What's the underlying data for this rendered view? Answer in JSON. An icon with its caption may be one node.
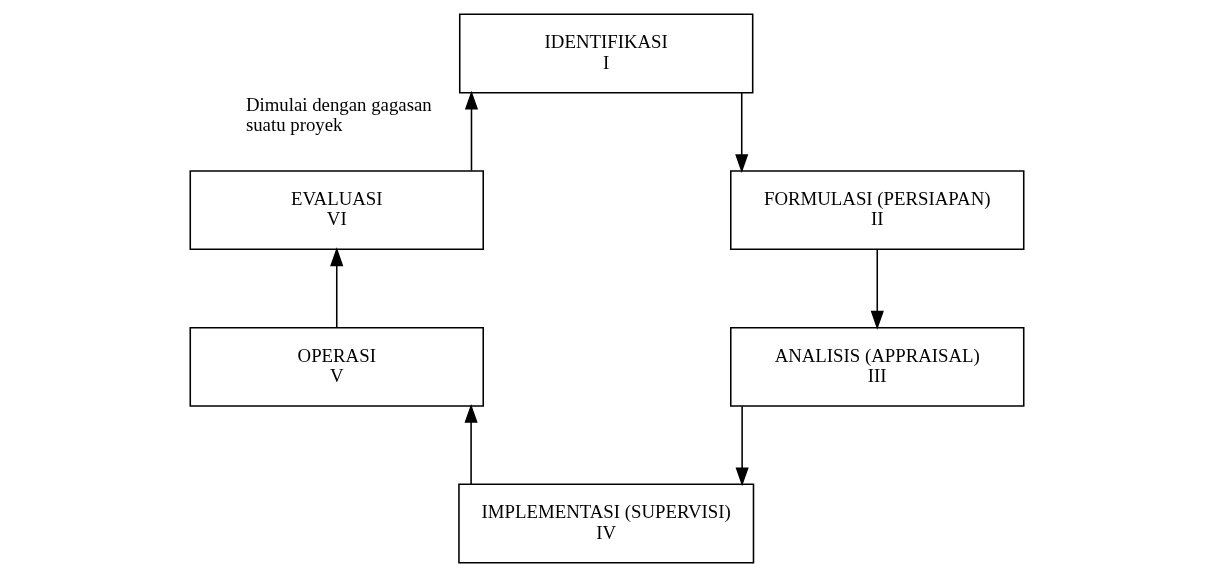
{
  "diagram": {
    "nodes": [
      {
        "text": [
          "IDENTIFIKASI",
          "I"
        ]
      },
      {
        "text": [
          "FORMULASI (PERSIAPAN)",
          "II"
        ]
      },
      {
        "text": [
          "ANALISIS (APPRAISAL)",
          "III"
        ]
      },
      {
        "text": [
          "IMPLEMENTASI (SUPERVISI)",
          "IV"
        ]
      },
      {
        "text": [
          "OPERASI",
          "V"
        ]
      },
      {
        "text": [
          "EVALUASI",
          "VI"
        ]
      }
    ],
    "edges": [
      {
        "from": 0,
        "to": 1,
        "arrow": "to"
      },
      {
        "from": 1,
        "to": 2,
        "arrow": "to"
      },
      {
        "from": 2,
        "to": 3,
        "arrow": "to"
      },
      {
        "from": 3,
        "to": 4,
        "arrow": "to"
      },
      {
        "from": 4,
        "to": 5,
        "arrow": "to"
      },
      {
        "from": 5,
        "to": 0,
        "arrow": "to",
        "label": "Dimulai dengan gagasan suatu proyek"
      }
    ]
  }
}
